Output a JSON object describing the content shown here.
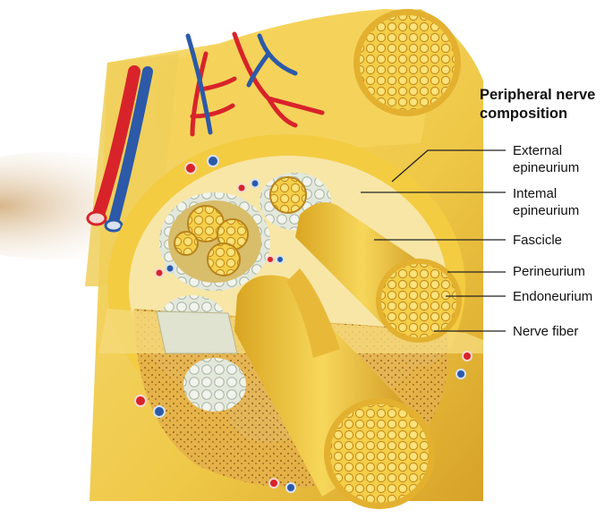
{
  "title_line1": "Peripheral nerve",
  "title_line2": "composition",
  "labels": [
    {
      "line1": "External",
      "line2": "epineurium"
    },
    {
      "line1": "Intemal",
      "line2": "epineurium"
    },
    {
      "line1": "Fascicle"
    },
    {
      "line1": "Perineurium"
    },
    {
      "line1": "Endoneurium"
    },
    {
      "line1": "Nerve fiber"
    }
  ],
  "colors": {
    "nerve_yellow": "#f2cd3a",
    "nerve_shadow": "#cf9a1c",
    "epineurium_tissue": "#f7e6a6",
    "fat_cells": "#c9d3c3",
    "artery_red": "#d8232a",
    "vein_blue": "#2c5aa8",
    "leader_line": "#222222"
  }
}
